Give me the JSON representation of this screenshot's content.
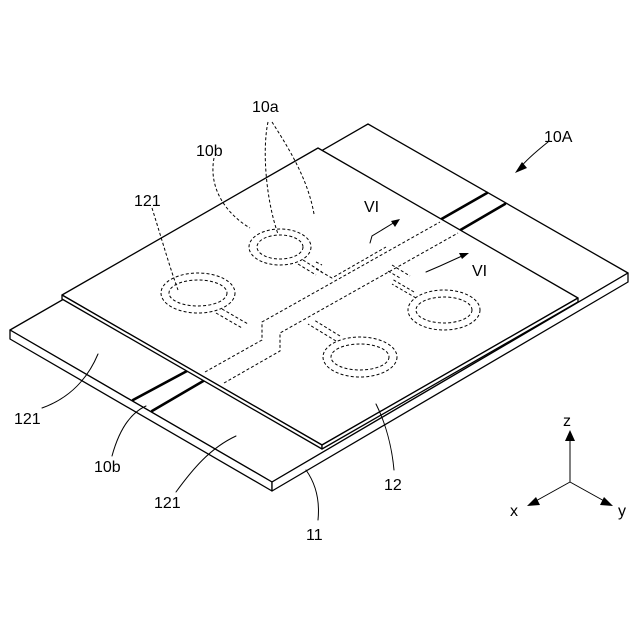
{
  "labels": {
    "assembly": "10A",
    "region_a": "10a",
    "region_b_top": "10b",
    "region_b_bottom": "10b",
    "wiring_top": "121",
    "wiring_left": "121",
    "wiring_bottom": "121",
    "substrate": "11",
    "cover": "12",
    "section_top": "VI",
    "section_right": "VI"
  },
  "axes": {
    "z": "z",
    "x": "x",
    "y": "y"
  }
}
